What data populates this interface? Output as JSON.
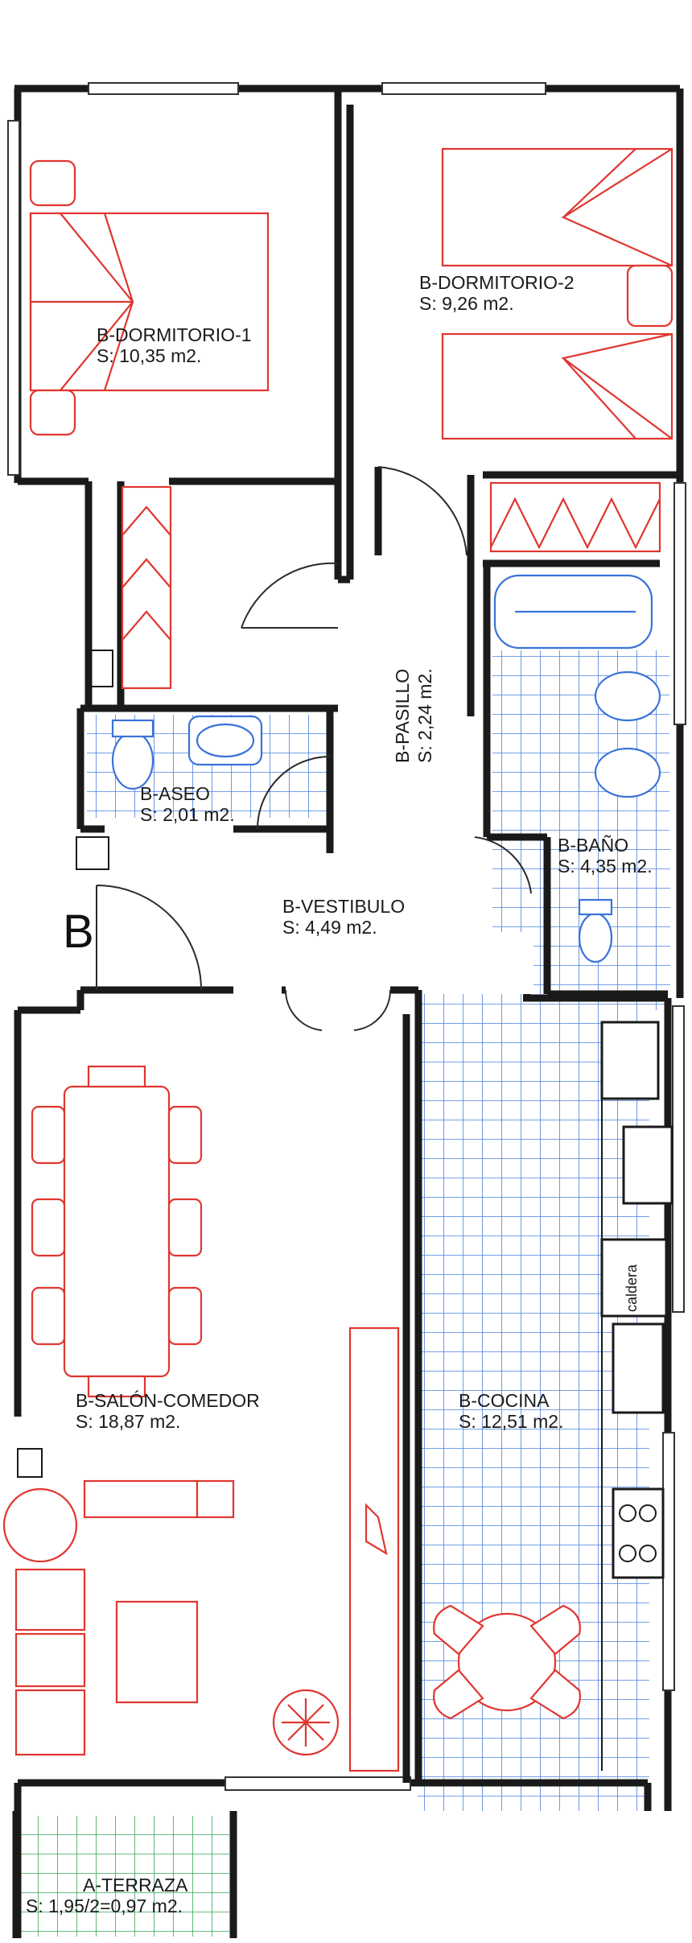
{
  "plan": {
    "block_letter": "B",
    "rooms": [
      {
        "name": "B-DORMITORIO-1",
        "area": "S: 10,35 m2."
      },
      {
        "name": "B-DORMITORIO-2",
        "area": "S: 9,26 m2."
      },
      {
        "name": "B-PASILLO",
        "area": "S: 2,24 m2."
      },
      {
        "name": "B-ASEO",
        "area": "S: 2,01 m2."
      },
      {
        "name": "B-BAÑO",
        "area": "S: 4,35 m2."
      },
      {
        "name": "B-VESTIBULO",
        "area": "S: 4,49 m2."
      },
      {
        "name": "B-SALÓN-COMEDOR",
        "area": "S: 18,87 m2."
      },
      {
        "name": "B-COCINA",
        "area": "S: 12,51 m2."
      },
      {
        "name": "A-TERRAZA",
        "area": "S: 1,95/2=0,97 m2."
      }
    ],
    "fixture_labels": {
      "boiler": "caldera"
    },
    "colors": {
      "furniture": "#e0362f",
      "wet_tiles": "#3a73d9",
      "walls": "#1a1a1a"
    }
  }
}
